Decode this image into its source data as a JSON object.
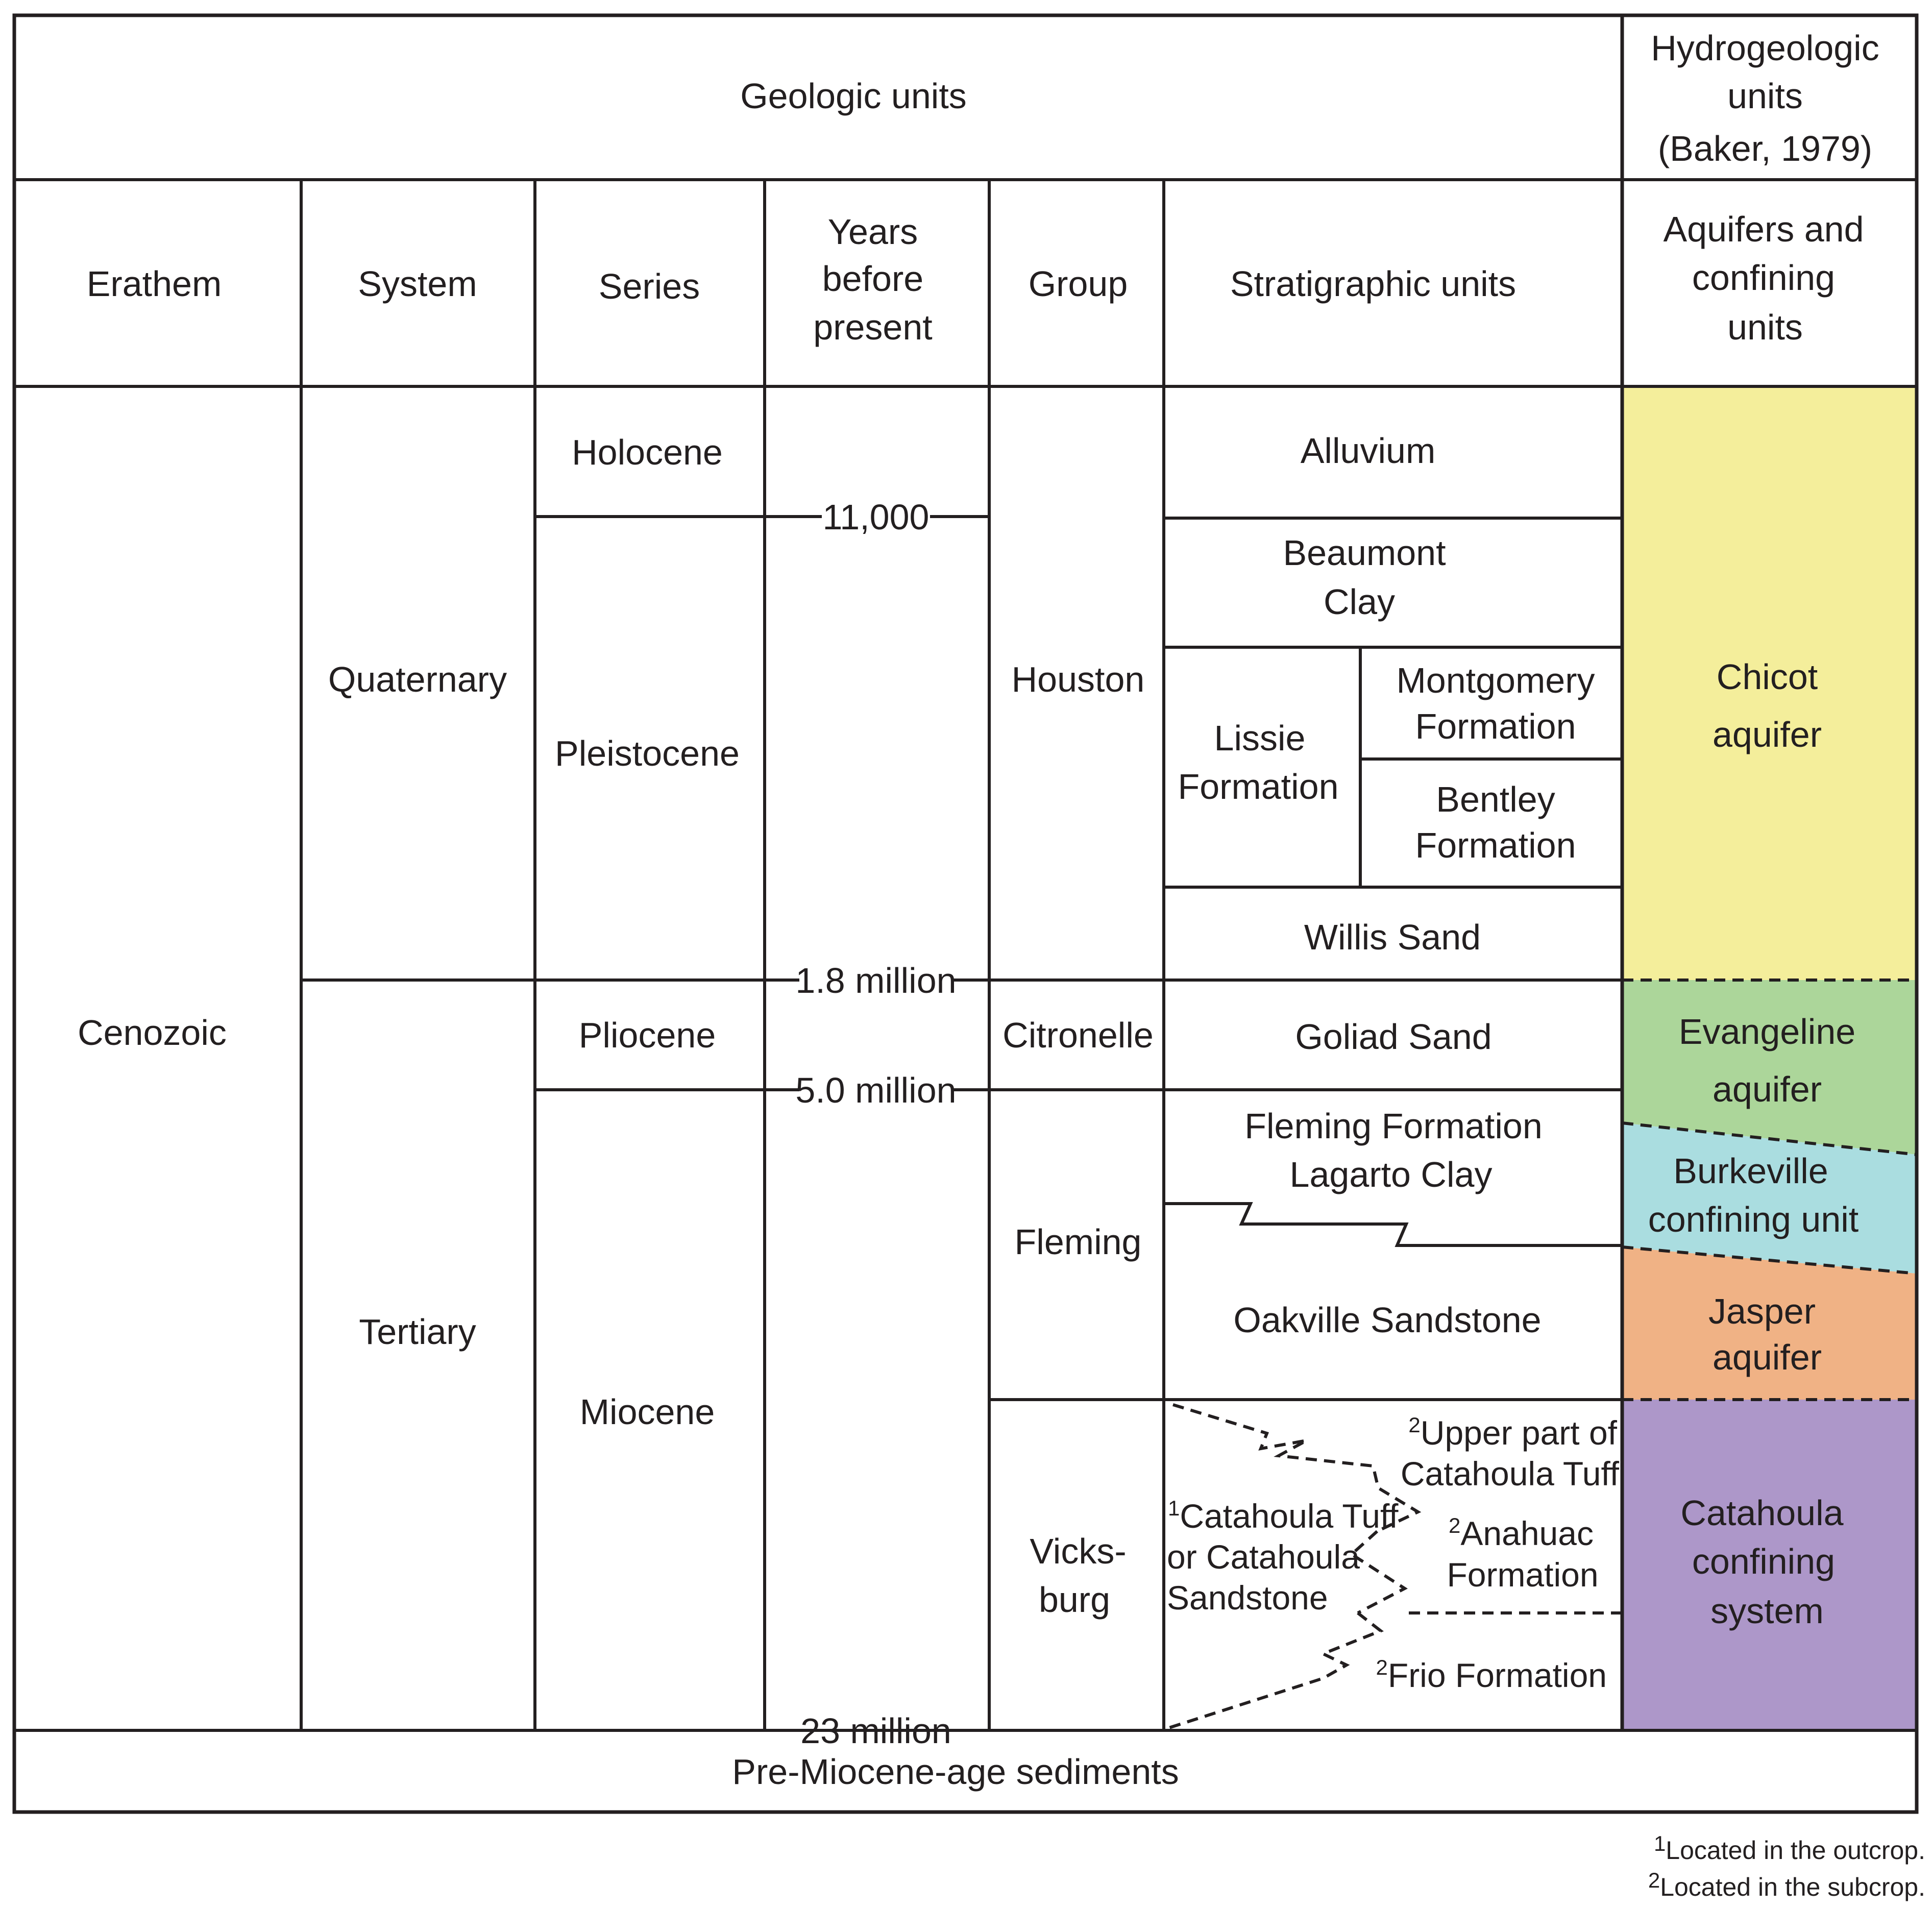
{
  "header": {
    "geologic_units": "Geologic units",
    "hydro_line1": "Hydrogeologic",
    "hydro_line2": "units",
    "hydro_line3": "(Baker, 1979)"
  },
  "columns": {
    "erathem": "Erathem",
    "system": "System",
    "series": "Series",
    "years_line1": "Years",
    "years_line2": "before",
    "years_line3": "present",
    "group": "Group",
    "strat": "Stratigraphic units",
    "aq_line1": "Aquifers and",
    "aq_line2": "confining",
    "aq_line3": "units"
  },
  "erathem": "Cenozoic",
  "systems": {
    "quaternary": "Quaternary",
    "tertiary": "Tertiary"
  },
  "series": {
    "holocene": "Holocene",
    "pleistocene": "Pleistocene",
    "pliocene": "Pliocene",
    "miocene": "Miocene"
  },
  "ages": {
    "a11000": "11,000",
    "a18": "1.8 million",
    "a50": "5.0 million",
    "a23": "23 million"
  },
  "groups": {
    "houston": "Houston",
    "citronelle": "Citronelle",
    "fleming": "Fleming",
    "vicksburg_line1": "Vicks-",
    "vicksburg_line2": "burg"
  },
  "strat": {
    "alluvium": "Alluvium",
    "beaumont_line1": "Beaumont",
    "beaumont_line2": "Clay",
    "lissie_line1": "Lissie",
    "lissie_line2": "Formation",
    "montgomery_line1": "Montgomery",
    "montgomery_line2": "Formation",
    "bentley_line1": "Bentley",
    "bentley_line2": "Formation",
    "willis": "Willis Sand",
    "goliad": "Goliad Sand",
    "fleming_line1": "Fleming Formation",
    "fleming_line2": "Lagarto Clay",
    "oakville": "Oakville Sandstone",
    "upper_cat_line1": "Upper part of",
    "upper_cat_line2": "Catahoula Tuff",
    "cat_tuff_line1": "Catahoula Tuff",
    "cat_tuff_line2": "or Catahoula",
    "cat_tuff_line3": "Sandstone",
    "anahuac_line1": "Anahuac",
    "anahuac_line2": "Formation",
    "frio": "Frio Formation",
    "sup1": "1",
    "sup2": "2"
  },
  "aquifers": {
    "chicot_line1": "Chicot",
    "chicot_line2": "aquifer",
    "evangeline_line1": "Evangeline",
    "evangeline_line2": "aquifer",
    "burkeville_line1": "Burkeville",
    "burkeville_line2": "confining unit",
    "jasper_line1": "Jasper",
    "jasper_line2": "aquifer",
    "catahoula_line1": "Catahoula",
    "catahoula_line2": "confining",
    "catahoula_line3": "system"
  },
  "colors": {
    "chicot": "#f4ee9b",
    "evangeline": "#acd69a",
    "burkeville": "#aadde0",
    "jasper": "#f0b285",
    "catahoula": "#ad97c9"
  },
  "base": "Pre-Miocene-age sediments",
  "footnotes": {
    "n1_sup": "1",
    "n1": "Located in the outcrop.",
    "n2_sup": "2",
    "n2": "Located in the subcrop."
  }
}
